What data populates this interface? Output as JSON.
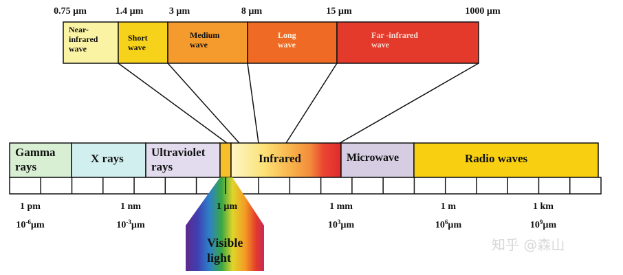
{
  "top_ticks": [
    "0.75 µm",
    "1.4 µm",
    "3 µm",
    "8 µm",
    "15 µm",
    "1000 µm"
  ],
  "ir_bands": [
    {
      "lines": [
        "Near-",
        "infrared",
        "wave"
      ],
      "color": "#fbf3a4"
    },
    {
      "lines": [
        "Short",
        "wave"
      ],
      "color": "#f7d21a"
    },
    {
      "lines": [
        "Medium",
        "wave"
      ],
      "color": "#f59a2c"
    },
    {
      "lines": [
        "Long",
        "wave"
      ],
      "color": "#ee6a25"
    },
    {
      "lines": [
        "Far -infrared",
        "wave"
      ],
      "color": "#e33a2c"
    }
  ],
  "spectrum": {
    "gamma": {
      "lines": [
        "Gamma",
        "rays"
      ],
      "color": "#d8efd3"
    },
    "xray": {
      "label": "X rays",
      "color": "#d2efef"
    },
    "uv": {
      "lines": [
        "Ultraviolet",
        "rays"
      ],
      "color": "#e3dcef"
    },
    "infrared": {
      "label": "Infrared"
    },
    "microwave": {
      "label": "Microwave",
      "color": "#d6cde3"
    },
    "radio": {
      "label": "Radio waves",
      "color": "#f8d011"
    }
  },
  "scale_labels": [
    {
      "line1": "1 pm",
      "base": "10",
      "exp": "-6",
      "unit": "µm"
    },
    {
      "line1": "1 nm",
      "base": "10",
      "exp": "-3",
      "unit": "µm"
    },
    {
      "line1": "1 µm",
      "base": "",
      "exp": "",
      "unit": ""
    },
    {
      "line1": "1 mm",
      "base": "10",
      "exp": "3",
      "unit": "µm"
    },
    {
      "line1": "1 m",
      "base": "10",
      "exp": "6",
      "unit": "µm"
    },
    {
      "line1": "1 km",
      "base": "10",
      "exp": "9",
      "unit": "µm"
    }
  ],
  "visible": {
    "lines": [
      "Visible",
      "light"
    ]
  },
  "watermark": "知乎 @森山"
}
